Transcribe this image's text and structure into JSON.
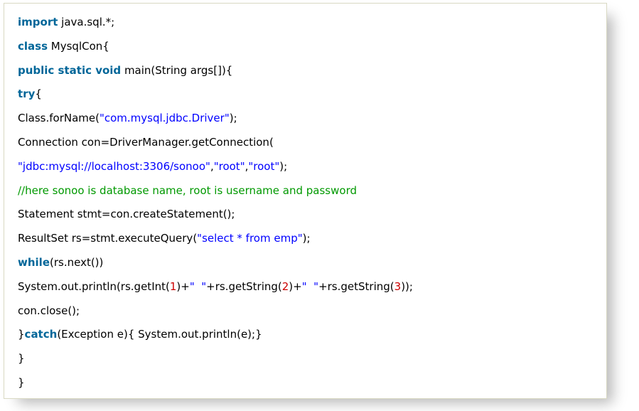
{
  "colors": {
    "keyword": "#006699",
    "string": "#0000ff",
    "comment": "#009900",
    "number": "#cc0000",
    "plain": "#000000",
    "border": "#d9d9c3",
    "background": "#ffffff"
  },
  "code": {
    "lines": [
      [
        [
          "keyword",
          "import"
        ],
        [
          "plain",
          " java.sql.*;"
        ]
      ],
      [
        [
          "keyword",
          "class"
        ],
        [
          "plain",
          " MysqlCon{"
        ]
      ],
      [
        [
          "keyword",
          "public static void"
        ],
        [
          "plain",
          " main(String args[]){"
        ]
      ],
      [
        [
          "keyword",
          "try"
        ],
        [
          "plain",
          "{"
        ]
      ],
      [
        [
          "plain",
          "Class.forName("
        ],
        [
          "string",
          "\"com.mysql.jdbc.Driver\""
        ],
        [
          "plain",
          ");"
        ]
      ],
      [
        [
          "plain",
          "Connection con=DriverManager.getConnection("
        ]
      ],
      [
        [
          "string",
          "\"jdbc:mysql://localhost:3306/sonoo\""
        ],
        [
          "plain",
          ","
        ],
        [
          "string",
          "\"root\""
        ],
        [
          "plain",
          ","
        ],
        [
          "string",
          "\"root\""
        ],
        [
          "plain",
          ");"
        ]
      ],
      [
        [
          "comment",
          "//here sonoo is database name, root is username and password"
        ]
      ],
      [
        [
          "plain",
          "Statement stmt=con.createStatement();"
        ]
      ],
      [
        [
          "plain",
          "ResultSet rs=stmt.executeQuery("
        ],
        [
          "string",
          "\"select * from emp\""
        ],
        [
          "plain",
          ");"
        ]
      ],
      [
        [
          "keyword",
          "while"
        ],
        [
          "plain",
          "(rs.next())"
        ]
      ],
      [
        [
          "plain",
          "System.out.println(rs.getInt("
        ],
        [
          "number",
          "1"
        ],
        [
          "plain",
          ")+"
        ],
        [
          "string",
          "\"  \""
        ],
        [
          "plain",
          "+rs.getString("
        ],
        [
          "number",
          "2"
        ],
        [
          "plain",
          ")+"
        ],
        [
          "string",
          "\"  \""
        ],
        [
          "plain",
          "+rs.getString("
        ],
        [
          "number",
          "3"
        ],
        [
          "plain",
          "));"
        ]
      ],
      [
        [
          "plain",
          "con.close();"
        ]
      ],
      [
        [
          "plain",
          "}"
        ],
        [
          "keyword",
          "catch"
        ],
        [
          "plain",
          "(Exception e){ System.out.println(e);}"
        ]
      ],
      [
        [
          "plain",
          "}"
        ]
      ],
      [
        [
          "plain",
          "}"
        ]
      ]
    ]
  }
}
